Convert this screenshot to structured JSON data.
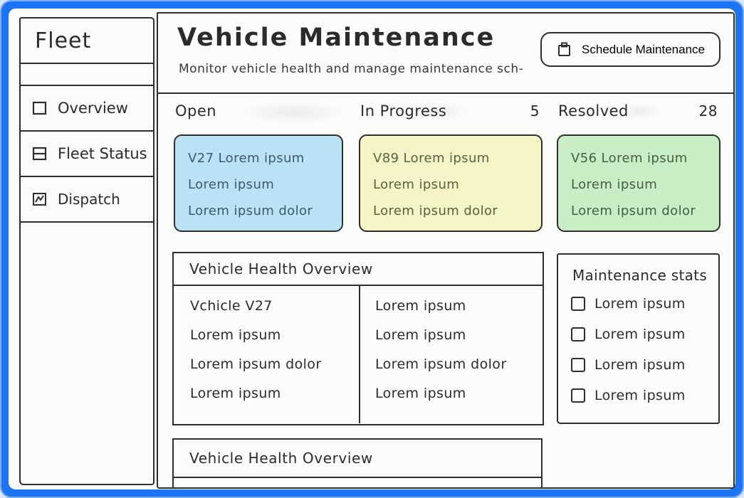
{
  "colors": {
    "frame_accent": "#1b74f3",
    "ink": "#2f2f2f",
    "card_open_bg": "#b9e2f4",
    "card_open_text": "#3c5a6a",
    "card_in_progress_bg": "#f4f4c6",
    "card_in_progress_text": "#57623e",
    "card_resolved_bg": "#c9eec6",
    "card_resolved_text": "#43603e"
  },
  "sidebar": {
    "title": "Fleet",
    "items": [
      {
        "label": "Overview",
        "icon": "overview-square-icon"
      },
      {
        "label": "Fleet Status",
        "icon": "fleet-status-rows-icon"
      },
      {
        "label": "Dispatch",
        "icon": "dispatch-chart-icon"
      }
    ]
  },
  "header": {
    "title": "Vehicle Maintenance",
    "subtitle": "Monitor vehicle health and manage maintenance sch-",
    "schedule_button_label": "Schedule Maintenance",
    "schedule_button_icon": "clipboard-icon"
  },
  "board": {
    "columns": [
      {
        "title": "Open",
        "count": "",
        "card": {
          "lines": [
            "V27  Lorem ipsum",
            "Lorem ipsum",
            "Lorem ipsum dolor"
          ]
        }
      },
      {
        "title": "In Progress",
        "count": "5",
        "card": {
          "lines": [
            "V89  Lorem ipsum",
            "Lorem ipsum",
            "Lorem ipsum dolor"
          ]
        }
      },
      {
        "title": "Resolved",
        "count": "28",
        "card": {
          "lines": [
            "V56  Lorem ipsum",
            "Lorem ipsum",
            "Lorem ipsum dolor"
          ]
        }
      }
    ]
  },
  "health_panel": {
    "title": "Vehicle Health Overview",
    "left_rows": [
      "Vchicle V27",
      "Lorem ipsum",
      "Lorem ipsum dolor",
      "Lorem ipsum"
    ],
    "right_rows": [
      "Lorem ipsum",
      "Lorem ipsum",
      "Lorem ipsum dolor",
      "Lorem ipsum"
    ]
  },
  "stats_panel": {
    "title": "Maintenance stats",
    "items": [
      "Lorem ipsum",
      "Lorem ipsum",
      "Lorem ipsum",
      "Lorem ipsum"
    ]
  },
  "bottom_panel": {
    "title": "Vehicle Health Overview"
  }
}
